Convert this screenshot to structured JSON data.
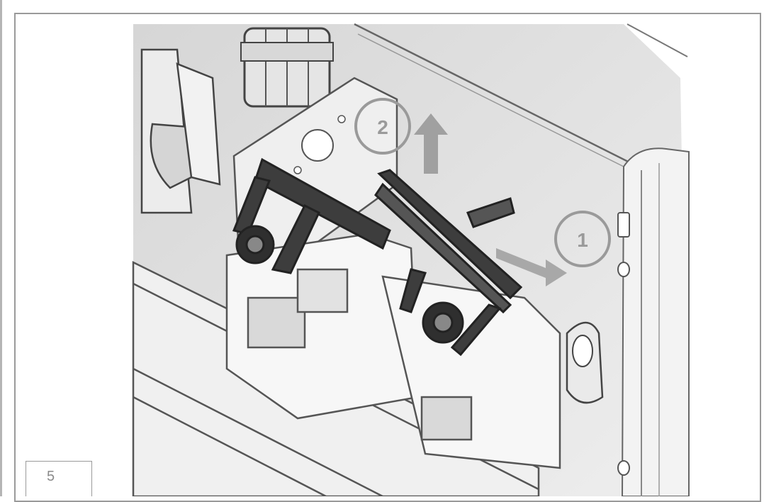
{
  "step_number": "5",
  "markers": [
    {
      "label": "1",
      "meaning": "slide-right"
    },
    {
      "label": "2",
      "meaning": "lift-up"
    }
  ],
  "colors": {
    "frame": "#9a9a9a",
    "bracket": "#3a3a3a",
    "housing": "#e8e8e8",
    "arrow": "#a0a0a0"
  }
}
